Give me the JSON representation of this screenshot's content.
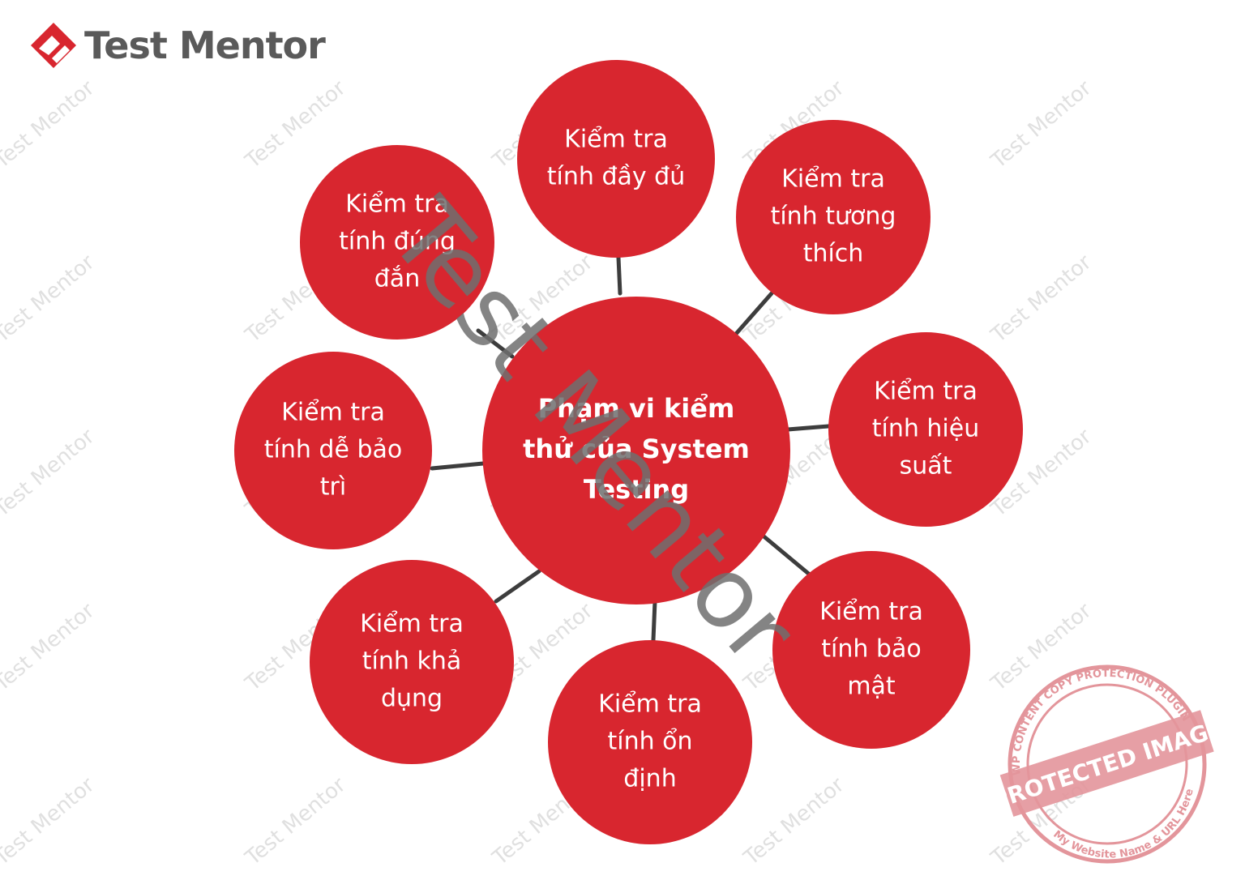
{
  "brand": {
    "name": "Test Mentor",
    "accent": "#d8262f",
    "text_color": "#5a5a5a",
    "icon": "test-mentor-logo-icon"
  },
  "center": {
    "lines": [
      "Phạm vi kiểm",
      "thử của System",
      "Testing"
    ]
  },
  "nodes": [
    {
      "id": "day-du",
      "lines": [
        "Kiểm tra",
        "tính đầy đủ"
      ]
    },
    {
      "id": "tuong-thich",
      "lines": [
        "Kiểm tra",
        "tính tương",
        "thích"
      ]
    },
    {
      "id": "hieu-suat",
      "lines": [
        "Kiểm tra",
        "tính hiệu",
        "suất"
      ]
    },
    {
      "id": "bao-mat",
      "lines": [
        "Kiểm tra",
        "tính bảo",
        "mật"
      ]
    },
    {
      "id": "on-dinh",
      "lines": [
        "Kiểm tra",
        "tính ổn",
        "định"
      ]
    },
    {
      "id": "kha-dung",
      "lines": [
        "Kiểm tra",
        "tính khả",
        "dụng"
      ]
    },
    {
      "id": "de-bao-tri",
      "lines": [
        "Kiểm tra",
        "tính dễ bảo",
        "trì"
      ]
    },
    {
      "id": "dung-dan",
      "lines": [
        "Kiểm tra",
        "tính đúng",
        "đắn"
      ]
    }
  ],
  "watermark": {
    "text": "Test Mentor"
  },
  "stamp": {
    "top_text": "WP CONTENT COPY PROTECTION PLUGIN",
    "banner_text": "PROTECTED IMAGE",
    "bottom_text": "My Website Name & URL Here",
    "color": "#e3959b"
  }
}
